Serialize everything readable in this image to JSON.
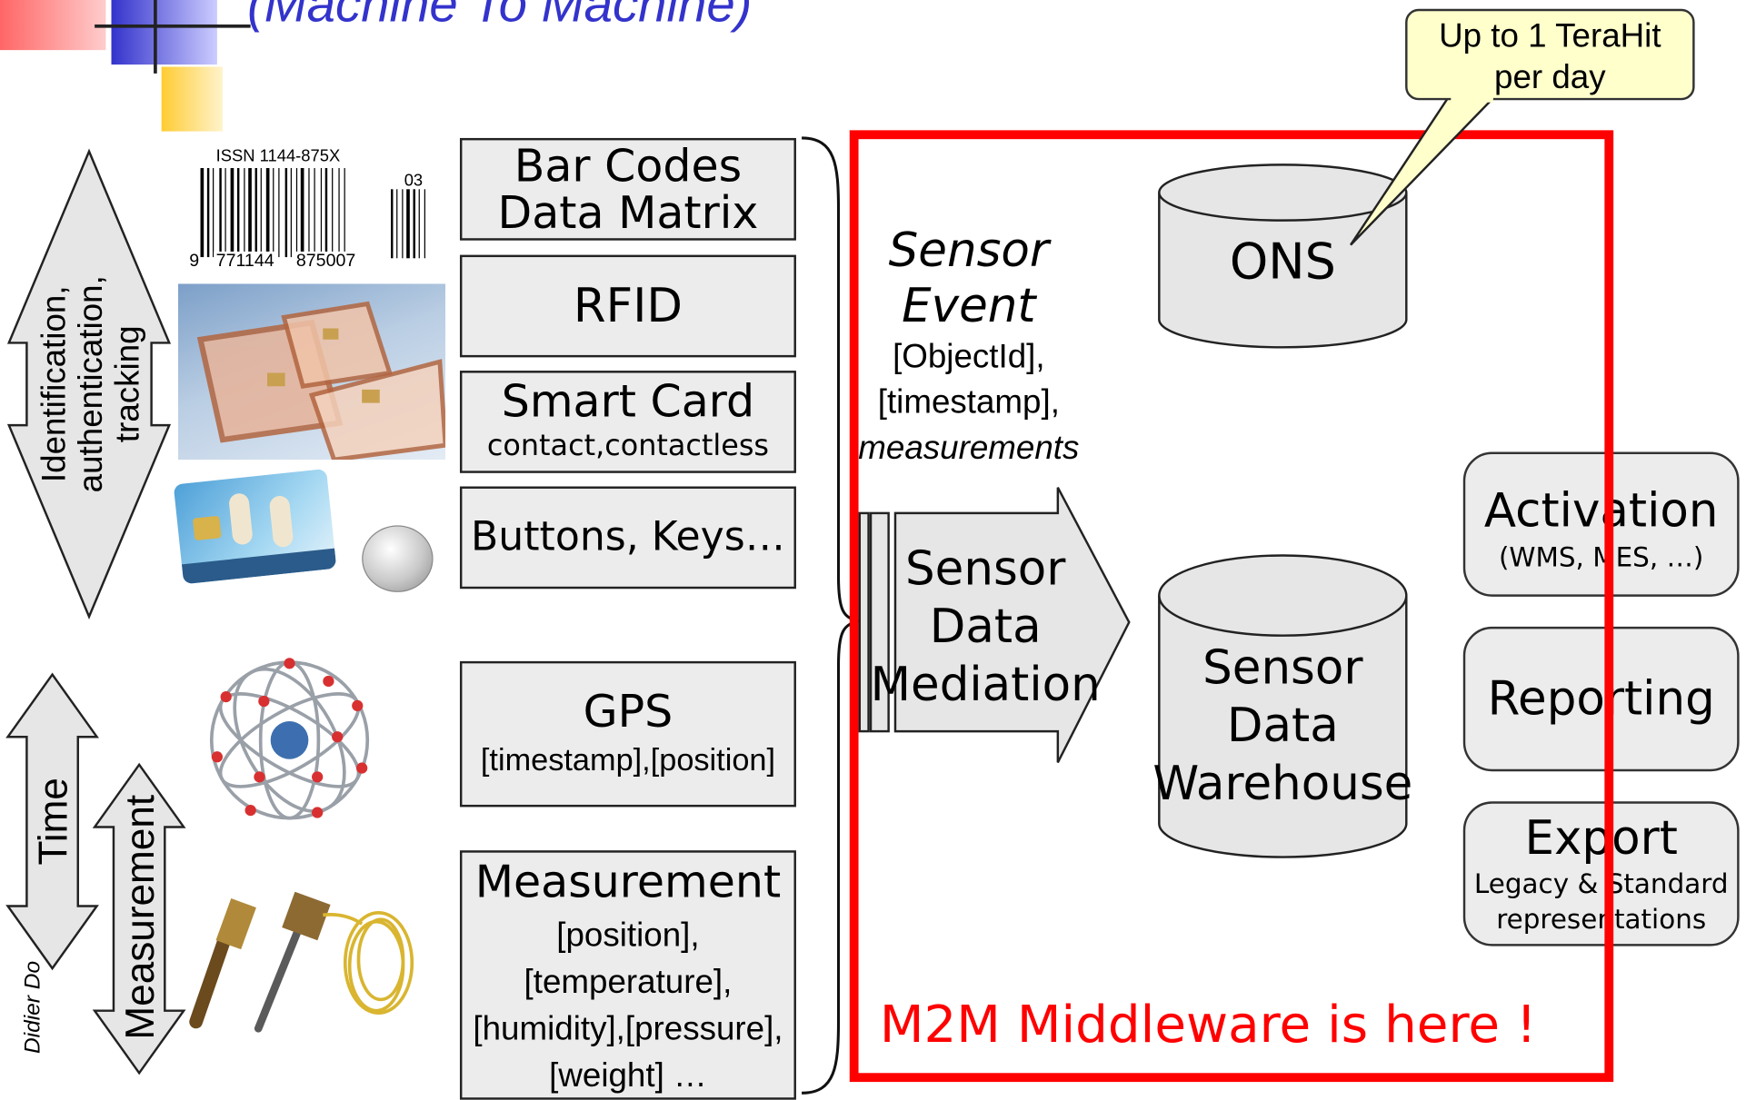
{
  "title": "(Machine To Machine)",
  "callout": {
    "line1": "Up to 1 TeraHit",
    "line2": "per day"
  },
  "left_axis": {
    "id_lines": [
      "Identification,",
      "authentication,",
      "tracking"
    ],
    "time": "Time",
    "measurement": "Measurement",
    "author": "Didier Do"
  },
  "barcode": {
    "issn": "ISSN 1144-875X",
    "digits_left": "9",
    "digits_mid": "771144",
    "digits_right": "875007",
    "addon": "03"
  },
  "sources": [
    {
      "title": "Bar Codes",
      "title2": "Data Matrix"
    },
    {
      "title": "RFID"
    },
    {
      "title": "Smart Card",
      "subtitle": "contact,contactless"
    },
    {
      "title": "Buttons, Keys…"
    },
    {
      "title": "GPS",
      "subtitle": "[timestamp],[position]"
    },
    {
      "title": "Measurement",
      "lines": [
        "[position],",
        "[temperature],",
        "[humidity],[pressure],",
        "[weight] …"
      ]
    }
  ],
  "sensor_event": {
    "l1": "Sensor",
    "l2": "Event",
    "l3": "[ObjectId],",
    "l4": "[timestamp],",
    "l5": "measurements"
  },
  "mediation": {
    "l1": "Sensor",
    "l2": "Data",
    "l3": "Mediation"
  },
  "ons": "ONS",
  "warehouse": {
    "l1": "Sensor",
    "l2": "Data",
    "l3": "Warehouse"
  },
  "apps": [
    {
      "title": "Activation",
      "subtitle": "(WMS, MES, …)"
    },
    {
      "title": "Reporting"
    },
    {
      "title": "Export",
      "sub1": "Legacy & Standard",
      "sub2": "representations"
    }
  ],
  "middleware_label": "M2M Middleware is here !",
  "colors": {
    "frame": "#ff0000",
    "box_fill": "#ececec",
    "callout_fill": "#ffffcc",
    "title": "#3333cc"
  }
}
